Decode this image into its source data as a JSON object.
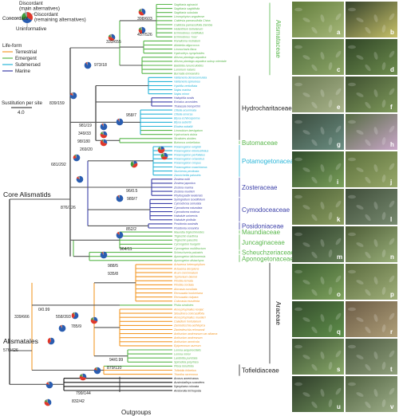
{
  "legend": {
    "concordant": "Concordant",
    "discordant_main": "Discordant\n(main alternatives)",
    "discordant_remaining": "Discordant\n(remaining alternatives)",
    "uninformative": "Uninformative",
    "lifeform_title": "Life-form",
    "lifeforms": [
      {
        "label": "Terrestrial",
        "color": "#f39a2b"
      },
      {
        "label": "Emergent",
        "color": "#59b74b"
      },
      {
        "label": "Submersed",
        "color": "#29b5d8"
      },
      {
        "label": "Marine",
        "color": "#3b3fa8"
      }
    ],
    "scale_label": "Sustitution per site",
    "scale_value": "4.0"
  },
  "pie_colors": {
    "concordant": "#2a5db0",
    "main": "#e0382b",
    "remaining": "#3f9e3a",
    "uninformative": "#9a9a9a"
  },
  "clade_labels": {
    "core": "Core Alismatids",
    "alismatales": "Alismatales",
    "outgroups": "Outgroups"
  },
  "families": [
    {
      "id": "alismataceae",
      "label": "Alismataceae",
      "color": "#59b74b"
    },
    {
      "id": "hydrocharitaceae",
      "label": "Hydrocharitaceae",
      "color": "#222222"
    },
    {
      "id": "butomaceae",
      "label": "Butomaceae",
      "color": "#59b74b"
    },
    {
      "id": "potamogetonaceae",
      "label": "Potamogetonaceae",
      "color": "#29b5d8"
    },
    {
      "id": "zosteraceae",
      "label": "Zosteraceae",
      "color": "#3b3fa8"
    },
    {
      "id": "cymodoceaceae",
      "label": "Cymodoceaceae",
      "color": "#3b3fa8"
    },
    {
      "id": "posidoniaceae",
      "label": "Posidoniaceae",
      "color": "#3b3fa8"
    },
    {
      "id": "maundiaceae",
      "label": "Maundiaceae",
      "color": "#59b74b"
    },
    {
      "id": "juncaginaceae",
      "label": "Juncaginaceae",
      "color": "#59b74b"
    },
    {
      "id": "scheuchzeriaceae",
      "label": "Scheuchzeriaceae",
      "color": "#59b74b"
    },
    {
      "id": "aponogetonaceae",
      "label": "Aponogetonaceae",
      "color": "#59b74b"
    },
    {
      "id": "araceae",
      "label": "Araceae",
      "color": "#222222"
    },
    {
      "id": "tofieldiaceae",
      "label": "Tofieldiaceae",
      "color": "#222222"
    }
  ],
  "supports": [
    {
      "id": "s1",
      "label": "398/603"
    },
    {
      "id": "s2",
      "label": "457/526"
    },
    {
      "id": "s3",
      "label": "333/655"
    },
    {
      "id": "s4",
      "label": "973/18"
    },
    {
      "id": "s5",
      "label": "839/159"
    },
    {
      "id": "s6",
      "label": "958/7"
    },
    {
      "id": "s7",
      "label": "981/19"
    },
    {
      "id": "s8",
      "label": "349/33"
    },
    {
      "id": "s9",
      "label": "98/180"
    },
    {
      "id": "s10",
      "label": "269/20"
    },
    {
      "id": "s11",
      "label": "681/292"
    },
    {
      "id": "s12",
      "label": "96/0.5"
    },
    {
      "id": "s13",
      "label": "989/7"
    },
    {
      "id": "s14",
      "label": "876/126"
    },
    {
      "id": "s15",
      "label": "852/2"
    },
    {
      "id": "s16",
      "label": "964/11"
    },
    {
      "id": "s17",
      "label": "988/5"
    },
    {
      "id": "s18",
      "label": "935/8"
    },
    {
      "id": "s19",
      "label": "0/0.99"
    },
    {
      "id": "s20",
      "label": "558/393"
    },
    {
      "id": "s21",
      "label": "339/666"
    },
    {
      "id": "s22",
      "label": "785/9"
    },
    {
      "id": "s23",
      "label": "94/0.99"
    },
    {
      "id": "s24",
      "label": "879/110"
    },
    {
      "id": "s25",
      "label": "576/426"
    },
    {
      "id": "s26",
      "label": "799/144"
    },
    {
      "id": "s27",
      "label": "832/42"
    }
  ],
  "photo_labels": [
    "a",
    "b",
    "c",
    "d",
    "e",
    "f",
    "g",
    "h",
    "i",
    "j",
    "k",
    "l",
    "m",
    "n",
    "o",
    "p",
    "q",
    "r",
    "s",
    "t",
    "u",
    "v"
  ],
  "taxa": [
    {
      "name": "Sagittaria aginashi",
      "c": "#59b74b"
    },
    {
      "name": "Sagittaria sagittifolia",
      "c": "#59b74b"
    },
    {
      "name": "Sagittaria subulata",
      "c": "#59b74b"
    },
    {
      "name": "Limnophyton angolense",
      "c": "#59b74b"
    },
    {
      "name": "Caldesia parnassifolia China",
      "c": "#59b74b"
    },
    {
      "name": "Caldesia parnassifolia Zambia",
      "c": "#59b74b"
    },
    {
      "name": "Helanthium bolivianum",
      "c": "#59b74b"
    },
    {
      "name": "Echinodorus cordifolius",
      "c": "#59b74b"
    },
    {
      "name": "Echinodorus 'rose'",
      "c": "#59b74b"
    },
    {
      "name": "Ranalisma rostratum",
      "c": "#59b74b"
    },
    {
      "name": "Albidella oligococca",
      "c": "#59b74b"
    },
    {
      "name": "Limnocharis flava",
      "c": "#59b74b"
    },
    {
      "name": "Hydrocleys nymphoides",
      "c": "#59b74b"
    },
    {
      "name": "Alisma plantago-aquatica",
      "c": "#59b74b"
    },
    {
      "name": "Alisma plantago-aquatica subsp orientale",
      "c": "#59b74b"
    },
    {
      "name": "Baldellia ranunculoides",
      "c": "#59b74b"
    },
    {
      "name": "Luronium natans",
      "c": "#59b74b"
    },
    {
      "name": "Burnatia enneandra",
      "c": "#59b74b"
    },
    {
      "name": "Vallisneria denseserrulata",
      "c": "#29b5d8"
    },
    {
      "name": "Vallisneria spinulosa",
      "c": "#29b5d8"
    },
    {
      "name": "Hydrilla verticillata",
      "c": "#29b5d8"
    },
    {
      "name": "Najas marina",
      "c": "#29b5d8"
    },
    {
      "name": "Najas minor",
      "c": "#29b5d8"
    },
    {
      "name": "Halophila ovalis",
      "c": "#3b3fa8"
    },
    {
      "name": "Enhalus acoroides",
      "c": "#3b3fa8"
    },
    {
      "name": "Thalassia hemprichii",
      "c": "#3b3fa8"
    },
    {
      "name": "Ottelia acuminata",
      "c": "#29b5d8"
    },
    {
      "name": "Ottelia emersa",
      "c": "#29b5d8"
    },
    {
      "name": "Blyxa echinosperma",
      "c": "#29b5d8"
    },
    {
      "name": "Blyxa aubertii",
      "c": "#29b5d8"
    },
    {
      "name": "Elodea nuttallii",
      "c": "#29b5d8"
    },
    {
      "name": "Limnobium laevigatum",
      "c": "#59b74b"
    },
    {
      "name": "Hydrocharis dubia",
      "c": "#59b74b"
    },
    {
      "name": "Stratiotes aloides",
      "c": "#59b74b"
    },
    {
      "name": "Butomus umbellatus",
      "c": "#59b74b"
    },
    {
      "name": "Potamogeton wrightii",
      "c": "#29b5d8"
    },
    {
      "name": "Potamogeton intortusifolius",
      "c": "#29b5d8"
    },
    {
      "name": "Potamogeton perfoliatus",
      "c": "#29b5d8"
    },
    {
      "name": "Potamogeton octandrus",
      "c": "#29b5d8"
    },
    {
      "name": "Potamogeton crispus",
      "c": "#29b5d8"
    },
    {
      "name": "Potamogeton maackianus",
      "c": "#29b5d8"
    },
    {
      "name": "Stuckenia pectinata",
      "c": "#29b5d8"
    },
    {
      "name": "Zannichellia palustris",
      "c": "#29b5d8"
    },
    {
      "name": "Zostera nolti",
      "c": "#3b3fa8"
    },
    {
      "name": "Zostera japonica",
      "c": "#3b3fa8"
    },
    {
      "name": "Zostera marina",
      "c": "#3b3fa8"
    },
    {
      "name": "Zostera muelleri",
      "c": "#3b3fa8"
    },
    {
      "name": "Phyllospadix iwatensis",
      "c": "#3b3fa8"
    },
    {
      "name": "Syringodium isoetifolium",
      "c": "#3b3fa8"
    },
    {
      "name": "Cymodocea serrulata",
      "c": "#3b3fa8"
    },
    {
      "name": "Cymodocea rotundata",
      "c": "#3b3fa8"
    },
    {
      "name": "Cymodocea nodosa",
      "c": "#3b3fa8"
    },
    {
      "name": "Halodule uninervis",
      "c": "#3b3fa8"
    },
    {
      "name": "Halodule pinifolia",
      "c": "#3b3fa8"
    },
    {
      "name": "Posidonia australis",
      "c": "#3b3fa8"
    },
    {
      "name": "Posidonia oceanica",
      "c": "#3b3fa8"
    },
    {
      "name": "Maundia triglochinoides",
      "c": "#59b74b"
    },
    {
      "name": "Triglochin maritima",
      "c": "#59b74b"
    },
    {
      "name": "Triglochin palustris",
      "c": "#59b74b"
    },
    {
      "name": "Cycnogeton huegelii",
      "c": "#59b74b"
    },
    {
      "name": "Cycnogeton multifructum",
      "c": "#59b74b"
    },
    {
      "name": "Scheuchzeria palustris",
      "c": "#59b74b"
    },
    {
      "name": "Aponogeton lakhonensis",
      "c": "#59b74b"
    },
    {
      "name": "Aponogeton distachyos",
      "c": "#59b74b"
    },
    {
      "name": "Arisaema heterophyllum",
      "c": "#f39a2b"
    },
    {
      "name": "Arisaema decipiens",
      "c": "#f39a2b"
    },
    {
      "name": "Arum concinnatum",
      "c": "#f39a2b"
    },
    {
      "name": "Typhonium blumei",
      "c": "#f39a2b"
    },
    {
      "name": "Pinellia ternata",
      "c": "#f39a2b"
    },
    {
      "name": "Pinellia cordata",
      "c": "#f39a2b"
    },
    {
      "name": "Alocasia cucullata",
      "c": "#f39a2b"
    },
    {
      "name": "Remusatia hookeriana",
      "c": "#f39a2b"
    },
    {
      "name": "Remusatia vivipara",
      "c": "#f39a2b"
    },
    {
      "name": "Colocasia esculenta",
      "c": "#f39a2b"
    },
    {
      "name": "Pistia stratiotes",
      "c": "#59b74b"
    },
    {
      "name": "Amorphophallus konjac",
      "c": "#f39a2b"
    },
    {
      "name": "Steudnera colocasiifolia",
      "c": "#f39a2b"
    },
    {
      "name": "Amorphophallus muelleri",
      "c": "#f39a2b"
    },
    {
      "name": "Caladium hortulanum",
      "c": "#f39a2b"
    },
    {
      "name": "Zantedeschia aethiopica",
      "c": "#f39a2b"
    },
    {
      "name": "Zantedeschia rehmannii",
      "c": "#f39a2b"
    },
    {
      "name": "Anthurium andreanum var albama",
      "c": "#f39a2b"
    },
    {
      "name": "Anthurium andreanum",
      "c": "#f39a2b"
    },
    {
      "name": "Anthurium amnicola",
      "c": "#f39a2b"
    },
    {
      "name": "Epipremnum aureum",
      "c": "#f39a2b"
    },
    {
      "name": "Lemna aequinoctialis",
      "c": "#59b74b"
    },
    {
      "name": "Lemna minor",
      "c": "#59b74b"
    },
    {
      "name": "Landoltia punctata",
      "c": "#59b74b"
    },
    {
      "name": "Spirodela polyrhiza",
      "c": "#59b74b"
    },
    {
      "name": "Pleea tenuifolia",
      "c": "#59b74b"
    },
    {
      "name": "Tofieldia thibetica",
      "c": "#f39a2b"
    },
    {
      "name": "Triantha racemosa",
      "c": "#f39a2b"
    },
    {
      "name": "Acorus americanus",
      "c": "#111111"
    },
    {
      "name": "Austrobaileya scandens",
      "c": "#111111"
    },
    {
      "name": "Nymphaea colorata",
      "c": "#111111"
    },
    {
      "name": "Amborella trichopoda",
      "c": "#111111"
    }
  ]
}
